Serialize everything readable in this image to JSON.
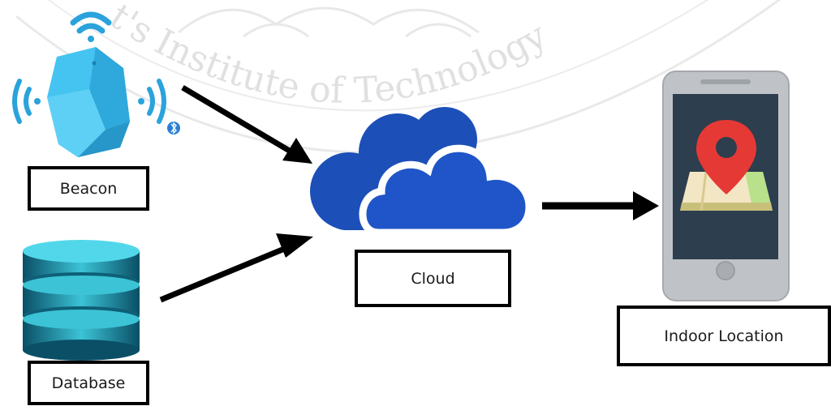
{
  "watermark": {
    "text": "Institute of Technology",
    "fragment": "t's"
  },
  "nodes": {
    "beacon": {
      "label": "Beacon",
      "icon": "beacon-icon"
    },
    "database": {
      "label": "Database",
      "icon": "database-icon"
    },
    "cloud": {
      "label": "Cloud",
      "icon": "cloud-icon"
    },
    "location": {
      "label": "Indoor Location",
      "icon": "smartphone-map-pin-icon"
    }
  },
  "colors": {
    "beacon": "#3fbfef",
    "cloud": "#1c4fb8",
    "database": "#1d8fa6",
    "pin": "#e53935",
    "phone": "#bfc3c7",
    "screen": "#2d3e4e",
    "bluetooth": "#2a7fd4",
    "arrow": "#000000"
  }
}
